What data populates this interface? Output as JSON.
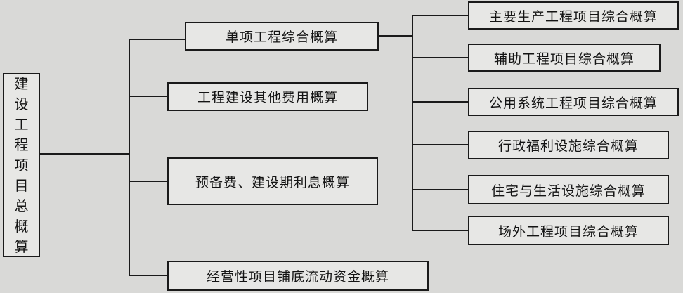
{
  "diagram": {
    "root": {
      "label": "建设工程项目总概算",
      "chars": [
        "建",
        "设",
        "工",
        "程",
        "项",
        "目",
        "总",
        "概",
        "算"
      ]
    },
    "level1": [
      "单项工程综合概算",
      "工程建设其他费用概算",
      "预备费、建设期利息概算",
      "经营性项目铺底流动资金概算"
    ],
    "level2": [
      "主要生产工程项目综合概算",
      "辅助工程项目综合概算",
      "公用系统工程项目综合概算",
      "行政福利设施综合概算",
      "住宅与生活设施综合概算",
      "场外工程项目综合概算"
    ],
    "line_color": "#1a1a1a",
    "background_color": "#d9d9d7"
  }
}
